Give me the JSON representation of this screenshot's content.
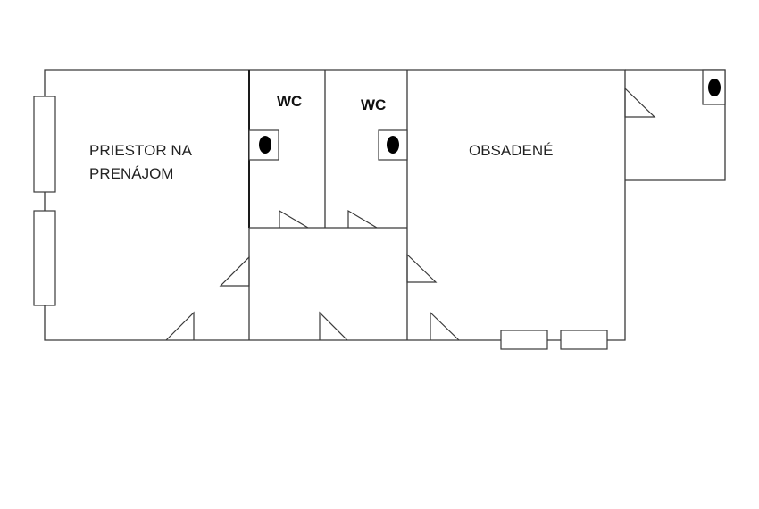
{
  "rooms": {
    "rental_space": {
      "line1": "PRIESTOR NA",
      "line2": "PRENÁJOM"
    },
    "wc_left": {
      "label": "WC"
    },
    "wc_right": {
      "label": "WC"
    },
    "occupied": {
      "label": "OBSADENÉ"
    }
  },
  "colors": {
    "wall": "#3a3a3a",
    "background": "#ffffff",
    "toilet": "#000000"
  },
  "icons": {
    "window": "window-icon",
    "door": "door-swing-icon",
    "toilet": "toilet-icon"
  }
}
